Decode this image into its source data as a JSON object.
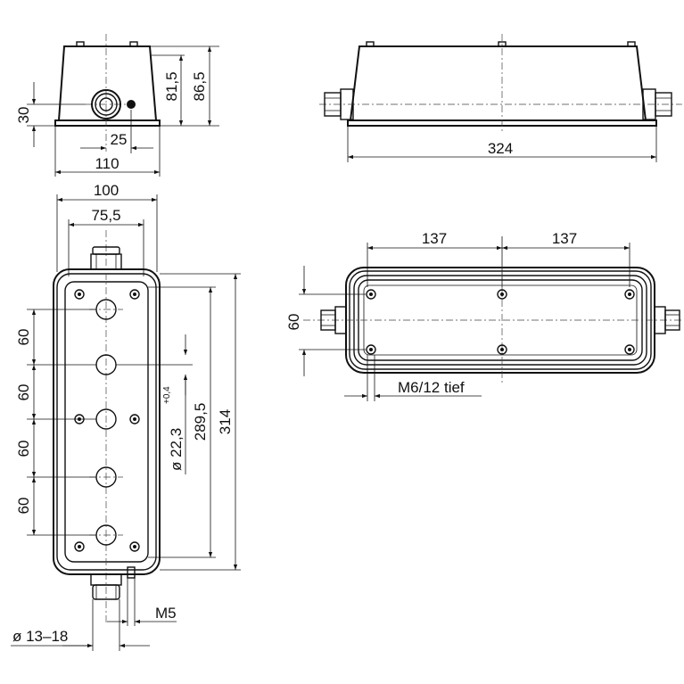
{
  "dimensions": {
    "front_height_outer": "86,5",
    "front_height_inner": "81,5",
    "front_entry_height": "30",
    "front_entry_width": "25",
    "front_width": "110",
    "side_length": "324",
    "top_width_outer": "100",
    "top_width_inner": "75,5",
    "pitch_1": "60",
    "pitch_2": "60",
    "pitch_3": "60",
    "pitch_4": "60",
    "hole_diameter": "ø 22,3",
    "hole_tolerance": "+0,4",
    "inner_length": "289,5",
    "outer_length": "314",
    "gland_range": "ø  13–18",
    "ground_thread": "M5",
    "bottom_spacing_left": "137",
    "bottom_spacing_right": "137",
    "bottom_height": "60",
    "mount_thread": "M6/12  tief"
  }
}
